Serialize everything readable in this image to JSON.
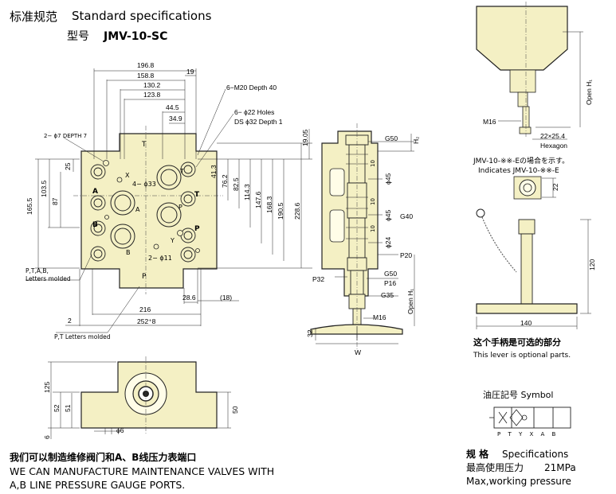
{
  "header": {
    "title_cn": "标准规范",
    "title_en": "Standard specifications",
    "model_label": "型号",
    "model_number": "JMV-10-SC"
  },
  "front_view": {
    "dims": {
      "d196_8": "196.8",
      "d158_8": "158.8",
      "d19": "19",
      "d130_2": "130.2",
      "d123_8": "123.8",
      "d44_5": "44.5",
      "d34_9": "34.9",
      "d165_5": "165.5",
      "d103_5": "103.5",
      "d87": "87",
      "d25": "25",
      "d41_3": "41.3",
      "d76_2": "76.2",
      "d82_5": "82.5",
      "d114_3": "114.3",
      "d147_6": "147.6",
      "d168_3": "168.3",
      "d190_5": "190.5",
      "d228_6": "228.6",
      "d19_05": "19.05",
      "d28_6": "28.6",
      "d18": "(18)",
      "d216": "216",
      "d252": "252⁺8",
      "d2": "2"
    },
    "labels": {
      "m20": "6−M20 Depth 40",
      "holes22": "6− ϕ22 Holes",
      "ds32": "DS ϕ32 Depth 1",
      "phi7": "2− ϕ7 DEPTH 7",
      "phi33": "4− ϕ33",
      "phi11": "2− ϕ11",
      "letters_molded": "P,T,A,B,\nLetters molded",
      "letters_molded_1": "P,T,A,B,",
      "letters_molded_2": "Letters molded",
      "pt_letters": "P,T Letters molded",
      "port_T": "T",
      "port_P": "P",
      "port_A": "A",
      "port_B": "B",
      "port_X": "X",
      "port_Y": "Y"
    }
  },
  "side_view": {
    "labels": {
      "g50_top": "G50",
      "h2": "H₂",
      "phi45_a": "ϕ45",
      "phi45_b": "ϕ45",
      "g40": "G40",
      "phi24": "ϕ24",
      "p20": "P20",
      "p32": "P32",
      "g50_b": "G50",
      "p16": "P16",
      "g35": "G35",
      "m16": "M16",
      "open_h1": "Open H₁",
      "w": "W",
      "d32": "32",
      "d10a": "10",
      "d10b": "10",
      "d10c": "10"
    }
  },
  "bottom_view": {
    "dims": {
      "d125": "125",
      "d52": "52",
      "d51": "51",
      "d50": "50",
      "d6": "6",
      "phi6": "ϕ6"
    }
  },
  "right_panel": {
    "m16": "M16",
    "hexagon_size": "22×25.4",
    "hexagon_label": "Hexagon",
    "open_h1": "Open H₁",
    "note_jp": "JMV-10-※※-Eの場合を示す。",
    "note_en": "Indicates JMV-10-※※-E",
    "d22": "22",
    "d120": "120",
    "d140": "140",
    "lever_cn": "这个手柄是可选的部分",
    "lever_en": "This lever is optional parts.",
    "symbol_title": "油圧記号 Symbol",
    "symbol_ports": "P T Y X A B",
    "spec_title_cn": "规 格",
    "spec_title_en": "Specifications",
    "pressure_cn": "最高使用压力",
    "pressure_value": "21MPa",
    "pressure_en": "Max,working pressure"
  },
  "footer": {
    "note_cn": "我们可以制造维修阀门和A、B线压力表端口",
    "note_en_1": "WE CAN MANUFACTURE MAINTENANCE VALVES WITH",
    "note_en_2": "A,B LINE PRESSURE GAUGE PORTS."
  },
  "colors": {
    "body_fill": "#f4f0c4",
    "line": "#222222"
  }
}
